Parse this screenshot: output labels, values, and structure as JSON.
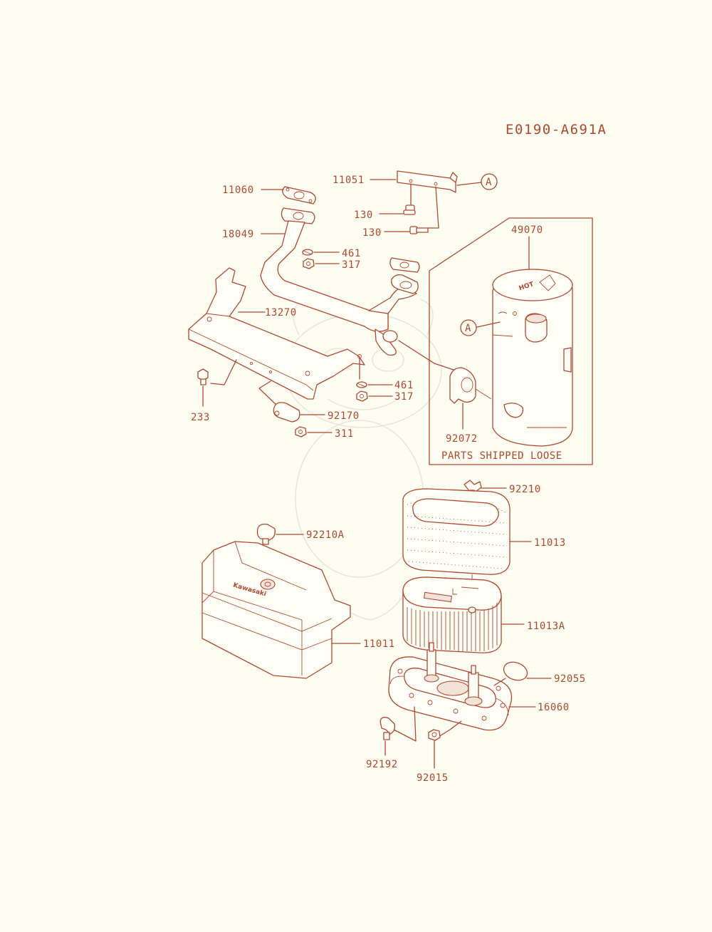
{
  "diagram_code": "E0190-A691A",
  "box_caption": "PARTS SHIPPED LOOSE",
  "ref_marker": "A",
  "muffler_text": "HOT",
  "cover_brand": "Kawasaki",
  "parts": {
    "p11060": "11060",
    "p11051": "11051",
    "p130a": "130",
    "p130b": "130",
    "p18049": "18049",
    "p461a": "461",
    "p317a": "317",
    "p49070": "49070",
    "p13270": "13270",
    "p461b": "461",
    "p317b": "317",
    "p233": "233",
    "p92170": "92170",
    "p311": "311",
    "p92072": "92072",
    "p92210": "92210",
    "p92210A": "92210A",
    "p11013": "11013",
    "p11013A": "11013A",
    "p11011": "11011",
    "p92055": "92055",
    "p16060": "16060",
    "p92192": "92192",
    "p92015": "92015"
  },
  "colors": {
    "ink": "#b04830",
    "paper": "#fefdf1"
  }
}
